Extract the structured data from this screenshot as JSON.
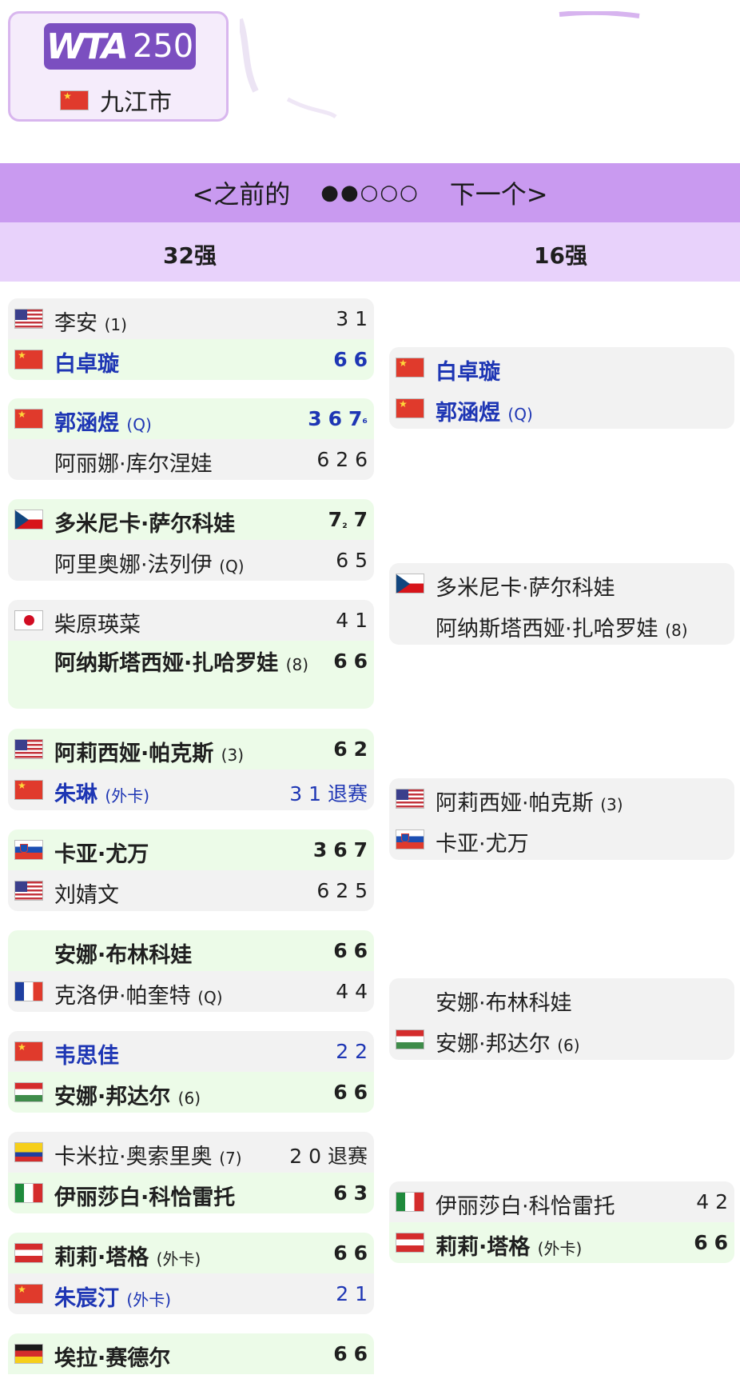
{
  "header": {
    "badge_wta": "WTA",
    "badge_num": "250",
    "city": "九江市"
  },
  "nav": {
    "prev": "<之前的",
    "dots": "●●○○○",
    "next": "下一个>"
  },
  "rounds": {
    "r32": "32强",
    "r16": "16强"
  },
  "round32": [
    {
      "players": [
        {
          "flag": "us",
          "name": "李安",
          "seed": "(1)",
          "score": "3 1",
          "winner": false,
          "cn": false
        },
        {
          "flag": "cn",
          "name": "白卓璇",
          "seed": "",
          "score": "6 6",
          "winner": true,
          "cn": true
        }
      ]
    },
    {
      "players": [
        {
          "flag": "cn",
          "name": "郭涵煜",
          "seed": "(Q)",
          "score": "3 6 7⁶",
          "winner": true,
          "cn": true
        },
        {
          "flag": "none",
          "name": "阿丽娜·库尔涅娃",
          "seed": "",
          "score": "6 2 6",
          "winner": false,
          "cn": false
        }
      ]
    },
    {
      "players": [
        {
          "flag": "cz",
          "name": "多米尼卡·萨尔科娃",
          "seed": "",
          "score": "7₂ 7",
          "winner": true,
          "cn": false
        },
        {
          "flag": "none",
          "name": "阿里奥娜·法列伊",
          "seed": "(Q)",
          "score": "6 5",
          "winner": false,
          "cn": false
        }
      ]
    },
    {
      "players": [
        {
          "flag": "jp",
          "name": "柴原瑛菜",
          "seed": "",
          "score": "4 1",
          "winner": false,
          "cn": false
        },
        {
          "flag": "none",
          "name": "阿纳斯塔西娅·扎哈罗娃",
          "seed": "(8)",
          "score": "6 6",
          "winner": true,
          "cn": false
        }
      ]
    },
    {
      "players": [
        {
          "flag": "us",
          "name": "阿莉西娅·帕克斯",
          "seed": "(3)",
          "score": "6 2",
          "winner": true,
          "cn": false
        },
        {
          "flag": "cn",
          "name": "朱琳",
          "seed": "(外卡)",
          "score": "3 1 退赛",
          "winner": false,
          "cn": true
        }
      ]
    },
    {
      "players": [
        {
          "flag": "si",
          "name": "卡亚·尤万",
          "seed": "",
          "score": "3 6 7",
          "winner": true,
          "cn": false
        },
        {
          "flag": "us",
          "name": "刘婧文",
          "seed": "",
          "score": "6 2 5",
          "winner": false,
          "cn": false
        }
      ]
    },
    {
      "players": [
        {
          "flag": "none",
          "name": "安娜·布林科娃",
          "seed": "",
          "score": "6 6",
          "winner": true,
          "cn": false
        },
        {
          "flag": "fr",
          "name": "克洛伊·帕奎特",
          "seed": "(Q)",
          "score": "4 4",
          "winner": false,
          "cn": false
        }
      ]
    },
    {
      "players": [
        {
          "flag": "cn",
          "name": "韦思佳",
          "seed": "",
          "score": "2 2",
          "winner": false,
          "cn": true
        },
        {
          "flag": "hu",
          "name": "安娜·邦达尔",
          "seed": "(6)",
          "score": "6 6",
          "winner": true,
          "cn": false
        }
      ]
    },
    {
      "players": [
        {
          "flag": "co",
          "name": "卡米拉·奥索里奥",
          "seed": "(7)",
          "score": "2 0 退赛",
          "winner": false,
          "cn": false
        },
        {
          "flag": "it",
          "name": "伊丽莎白·科恰雷托",
          "seed": "",
          "score": "6 3",
          "winner": true,
          "cn": false
        }
      ]
    },
    {
      "players": [
        {
          "flag": "at",
          "name": "莉莉·塔格",
          "seed": "(外卡)",
          "score": "6 6",
          "winner": true,
          "cn": false
        },
        {
          "flag": "cn",
          "name": "朱宸汀",
          "seed": "(外卡)",
          "score": "2 1",
          "winner": false,
          "cn": true
        }
      ]
    },
    {
      "players": [
        {
          "flag": "de",
          "name": "埃拉·赛德尔",
          "seed": "",
          "score": "6 6",
          "winner": true,
          "cn": false
        }
      ]
    }
  ],
  "round16": [
    {
      "players": [
        {
          "flag": "cn",
          "name": "白卓璇",
          "seed": "",
          "score": "",
          "winner": false,
          "cn": true
        },
        {
          "flag": "cn",
          "name": "郭涵煜",
          "seed": "(Q)",
          "score": "",
          "winner": false,
          "cn": true
        }
      ]
    },
    {
      "players": [
        {
          "flag": "cz",
          "name": "多米尼卡·萨尔科娃",
          "seed": "",
          "score": "",
          "winner": false,
          "cn": false
        },
        {
          "flag": "none",
          "name": "阿纳斯塔西娅·扎哈罗娃",
          "seed": "(8)",
          "score": "",
          "winner": false,
          "cn": false
        }
      ]
    },
    {
      "players": [
        {
          "flag": "us",
          "name": "阿莉西娅·帕克斯",
          "seed": "(3)",
          "score": "",
          "winner": false,
          "cn": false
        },
        {
          "flag": "si",
          "name": "卡亚·尤万",
          "seed": "",
          "score": "",
          "winner": false,
          "cn": false
        }
      ]
    },
    {
      "players": [
        {
          "flag": "none",
          "name": "安娜·布林科娃",
          "seed": "",
          "score": "",
          "winner": false,
          "cn": false
        },
        {
          "flag": "hu",
          "name": "安娜·邦达尔",
          "seed": "(6)",
          "score": "",
          "winner": false,
          "cn": false
        }
      ]
    },
    {
      "players": [
        {
          "flag": "it",
          "name": "伊丽莎白·科恰雷托",
          "seed": "",
          "score": "4 2",
          "winner": false,
          "cn": false
        },
        {
          "flag": "at",
          "name": "莉莉·塔格",
          "seed": "(外卡)",
          "score": "6 6",
          "winner": true,
          "cn": false
        }
      ]
    }
  ]
}
